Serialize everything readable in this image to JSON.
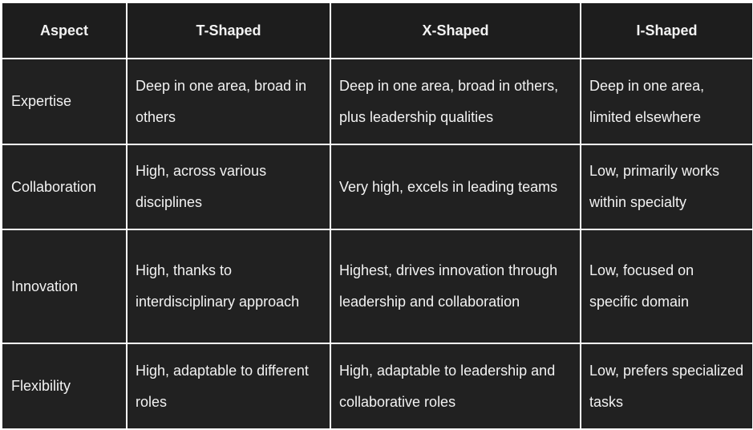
{
  "table": {
    "headers": [
      "Aspect",
      "T-Shaped",
      "X-Shaped",
      "I-Shaped"
    ],
    "rows": [
      {
        "aspect": "Expertise",
        "t_shaped": "Deep in one area, broad in others",
        "x_shaped": "Deep in one area, broad in others, plus leadership qualities",
        "i_shaped": "Deep in one area, limited elsewhere"
      },
      {
        "aspect": "Collaboration",
        "t_shaped": "High, across various disciplines",
        "x_shaped": "Very high, excels in leading teams",
        "i_shaped": "Low, primarily works within specialty"
      },
      {
        "aspect": "Innovation",
        "t_shaped": "High, thanks to interdisciplinary approach",
        "x_shaped": "Highest, drives innovation through leadership and collaboration",
        "i_shaped": "Low, focused on specific domain"
      },
      {
        "aspect": "Flexibility",
        "t_shaped": "High, adaptable to different roles",
        "x_shaped": "High, adaptable to leadership and collaborative roles",
        "i_shaped": "Low, prefers specialized tasks"
      }
    ]
  },
  "colors": {
    "cell_background": "#212121",
    "header_background": "#1d1d1d",
    "text": "#f2f2f2",
    "grid_lines": "#ffffff"
  }
}
